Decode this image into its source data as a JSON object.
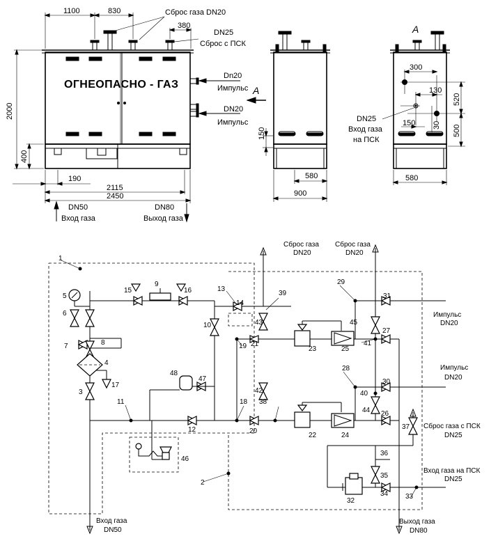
{
  "front": {
    "title": "ОГНЕОПАСНО - ГАЗ",
    "dim_1100": "1100",
    "dim_830": "830",
    "dim_380": "380",
    "dim_2000": "2000",
    "dim_400": "400",
    "dim_190": "190",
    "dim_2115": "2115",
    "dim_2450": "2450",
    "sbros_dn20": "Сброс газа DN20",
    "dn25": "DN25",
    "sbros_psk": "Сброс с ПСК",
    "dn20_a": "Dn20",
    "impuls_a": "Импульс",
    "dn20_b": "DN20",
    "impuls_b": "Импульс",
    "arrow_a": "А",
    "dn50": "DN50",
    "vhod_gaza": "Вход газа",
    "dn80": "DN80",
    "vyhod_gaza": "Выход газа"
  },
  "side": {
    "dim_150": "150",
    "dim_580": "580",
    "dim_900": "900"
  },
  "back": {
    "view_a": "А",
    "dim_300": "300",
    "dim_130": "130",
    "dim_520": "520",
    "dim_150": "150",
    "dim_30": "30",
    "dim_500": "500",
    "dim_580": "580",
    "dn25": "DN25",
    "vhod_gaza": "Вход газа",
    "na_psk": "на ПСК"
  },
  "schematic": {
    "labels": {
      "sbros_1_a": "Сброс газа",
      "sbros_1_b": "DN20",
      "sbros_2_a": "Сброс газа",
      "sbros_2_b": "DN20",
      "impuls_1_a": "Импульс",
      "impuls_1_b": "DN20",
      "impuls_2_a": "Импульс",
      "impuls_2_b": "DN20",
      "sbros_psk_a": "Сброс газа с ПСК",
      "sbros_psk_b": "DN25",
      "vhod_psk_a": "Вход газа на ПСК",
      "vhod_psk_b": "DN25",
      "vyhod_a": "Выход газа",
      "vyhod_b": "DN80",
      "vhod_a": "Вход газа",
      "vhod_b": "DN50"
    },
    "numbers": [
      "1",
      "2",
      "3",
      "4",
      "5",
      "6",
      "7",
      "8",
      "9",
      "10",
      "11",
      "12",
      "13",
      "14",
      "15",
      "16",
      "17",
      "18",
      "19",
      "20",
      "21",
      "22",
      "23",
      "24",
      "25",
      "26",
      "27",
      "28",
      "29",
      "30",
      "31",
      "32",
      "33",
      "34",
      "35",
      "36",
      "37",
      "38",
      "39",
      "40",
      "41",
      "42",
      "43",
      "44",
      "45",
      "46",
      "47",
      "48"
    ]
  }
}
